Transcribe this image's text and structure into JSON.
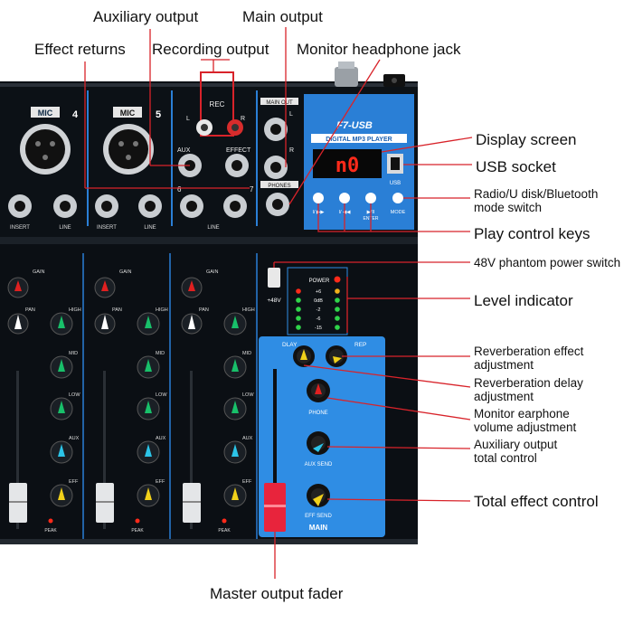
{
  "callouts": {
    "auxiliary_output": "Auxiliary output",
    "main_output": "Main output",
    "effect_returns": "Effect returns",
    "recording_output": "Recording output",
    "monitor_headphone_jack": "Monitor headphone jack",
    "display_screen": "Display screen",
    "usb_socket": "USB socket",
    "mode_switch_line1": "Radio/U disk/Bluetooth",
    "mode_switch_line2": "mode switch",
    "play_control_keys": "Play control keys",
    "phantom_power_switch": "48V phantom power switch",
    "level_indicator": "Level indicator",
    "reverb_effect_line1": "Reverberation effect",
    "reverb_effect_line2": "adjustment",
    "reverb_delay_line1": "Reverberation delay",
    "reverb_delay_line2": "adjustment",
    "monitor_earphone_line1": "Monitor earphone",
    "monitor_earphone_line2": "volume adjustment",
    "aux_total_line1": "Auxiliary output",
    "aux_total_line2": "total control",
    "total_effect_control": "Total effect control",
    "master_output_fader": "Master output fader"
  },
  "panel": {
    "ch4_label": "MIC",
    "ch4_number": "4",
    "ch5_label": "MIC",
    "ch5_number": "5",
    "insert_label": "INSERT",
    "line_label": "LINE",
    "rec_label": "REC",
    "rec_l": "L",
    "rec_r": "R",
    "aux_label": "AUX",
    "effect_label": "EFFECT",
    "ch6_number": "6",
    "ch7_number": "7",
    "main_out_label": "MAIN OUT",
    "main_l": "L",
    "main_r": "R",
    "phones_label": "PHONES",
    "gain_label": "GAIN",
    "pan_label": "PAN",
    "high_label": "HIGH",
    "mid_label": "MID",
    "low_label": "LOW",
    "aux_knob_label": "AUX",
    "eff_label": "EFF",
    "peak_label": "PEAK"
  },
  "player": {
    "model": "F7-USB",
    "subtitle": "DIGITAL MP3 PLAYER",
    "display_text": "n0",
    "usb_label": "USB",
    "key1": "I/ ▶▶",
    "key2": "I/ ◀◀",
    "key3": "▶/II",
    "key3_sub": "ENTER",
    "mode_label": "MODE"
  },
  "level": {
    "power_label": "POWER",
    "plus48v": "+48V",
    "rows": [
      "+6",
      "0dB",
      "-2",
      "-6",
      "-15"
    ]
  },
  "main_section": {
    "dly_label": "DLAY",
    "rep_label": "REP",
    "phone_label": "PHONE",
    "aux_send_label": "AUX SEND",
    "eff_send_label": "EFF SEND",
    "main_label": "MAIN"
  },
  "colors": {
    "panel_blue": "#2f8de4",
    "player_blue": "#2a7fd6",
    "leader_red": "#d8232a",
    "led_red": "#ff2a1a",
    "led_green": "#2fd44a",
    "knob_red": "#e02020",
    "knob_green": "#18c06a",
    "knob_cyan": "#2cc4e8",
    "knob_yellow": "#f0d01a",
    "fader_red": "#e8243c"
  }
}
